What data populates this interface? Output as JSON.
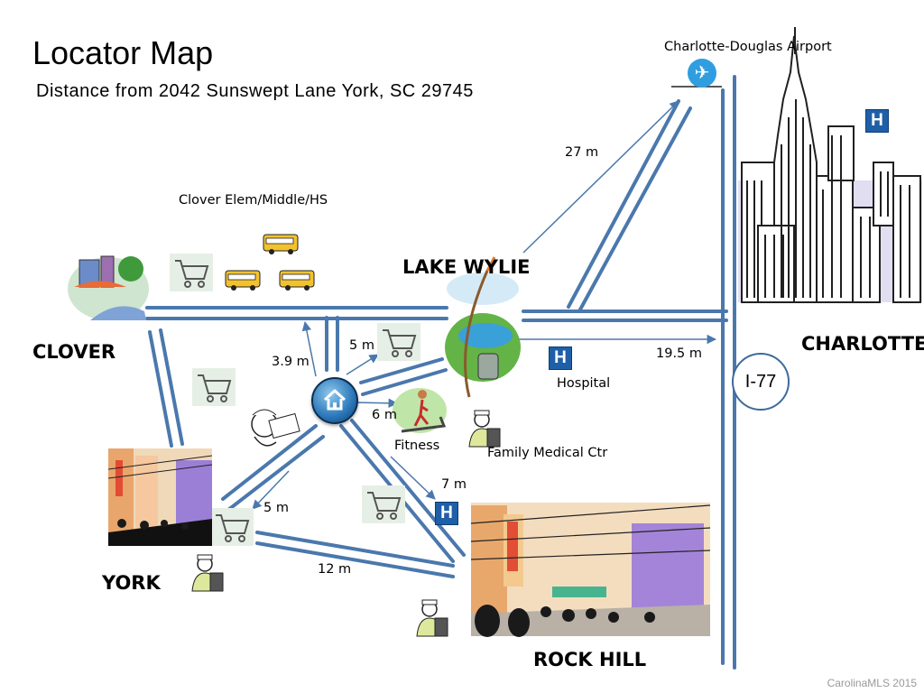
{
  "title": "Locator Map",
  "subtitle": "Distance from 2042 Sunswept Lane York, SC 29745",
  "places": {
    "clover": "CLOVER",
    "lake_wylie": "LAKE WYLIE",
    "charlotte": "CHARLOTTE",
    "york": "YORK",
    "rock_hill": "ROCK HILL"
  },
  "labels": {
    "schools": "Clover Elem/Middle/HS",
    "airport": "Charlotte-Douglas Airport",
    "hospital": "Hospital",
    "fitness": "Fitness",
    "medical": "Family Medical Ctr",
    "highway": "I-77",
    "hospital_letter": "H"
  },
  "distances": {
    "airport": "27 m",
    "charlotte": "19.5 m",
    "clover": "3.9 m",
    "shopping": "5 m",
    "fitness": "6 m",
    "rock_hill_hospital": "7 m",
    "york": "5 m",
    "york_rock_hill": "12 m"
  },
  "credit": "CarolinaMLS 2015",
  "icons": [
    "home-icon",
    "school-bus-icon",
    "shopping-cart-icon",
    "hospital-icon",
    "airplane-icon",
    "doctor-icon",
    "pizza-delivery-icon",
    "fitness-treadmill-icon",
    "fishing-lake-icon",
    "skyline-icon",
    "town-street-icon"
  ],
  "colors": {
    "road": "#4a78ad",
    "road_light": "#a9c3e0",
    "accent": "#2a76b8",
    "hospital": "#1f5fa8"
  }
}
